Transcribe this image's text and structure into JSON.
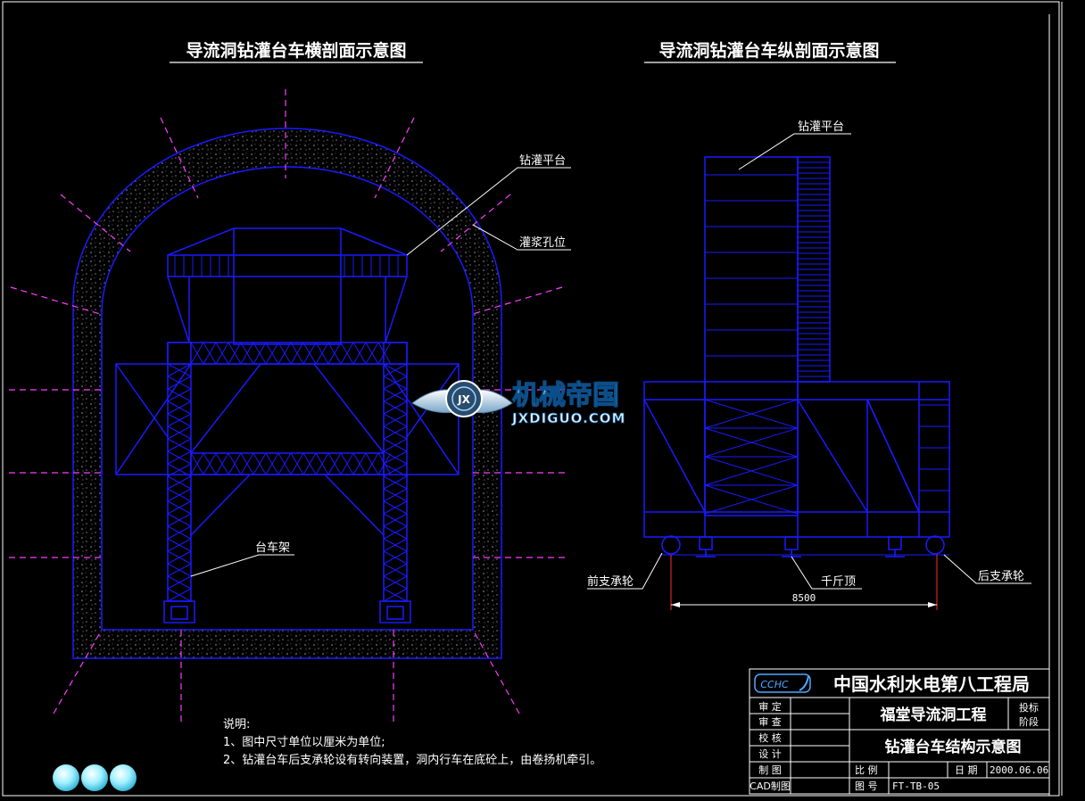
{
  "titles": {
    "cross_section": "导流洞钻灌台车横剖面示意图",
    "longitudinal": "导流洞钻灌台车纵剖面示意图"
  },
  "labels": {
    "drill_platform_left": "钻灌平台",
    "grout_hole": "灌浆孔位",
    "trolley_frame": "台车架",
    "drill_platform_right": "钻灌平台",
    "front_wheel": "前支承轮",
    "jack": "千斤顶",
    "rear_wheel": "后支承轮",
    "dimension": "8500"
  },
  "notes": {
    "heading": "说明:",
    "line1": "1、图中尺寸单位以厘米为单位;",
    "line2": "2、钻灌台车后支承轮设有转向装置，洞内行车在底砼上，由卷扬机牵引。"
  },
  "title_block": {
    "company": "中国水利水电第八工程局",
    "logo_text": "CCHC",
    "project": "福堂导流洞工程",
    "stage_1": "投标",
    "stage_2": "阶段",
    "drawing_name": "钻灌台车结构示意图",
    "row_audit": "审 定",
    "row_check": "审 查",
    "row_verify": "校 核",
    "row_design": "设 计",
    "row_draw": "制 图",
    "row_cad": "CAD制图",
    "scale_label": "比 例",
    "date_label": "日 期",
    "date_value": "2000.06.06",
    "drawing_no_label": "图 号",
    "drawing_no": "FT-TB-05"
  },
  "watermark": {
    "cn": "机械帝国",
    "en": "JXDIGUO.COM",
    "logo": "JX"
  },
  "colors": {
    "structure": "#1a1aff",
    "grout_lines": "#ff3dff",
    "text": "#ffffff",
    "frame": "#ffffff",
    "dimension": "#ff2a2a"
  }
}
